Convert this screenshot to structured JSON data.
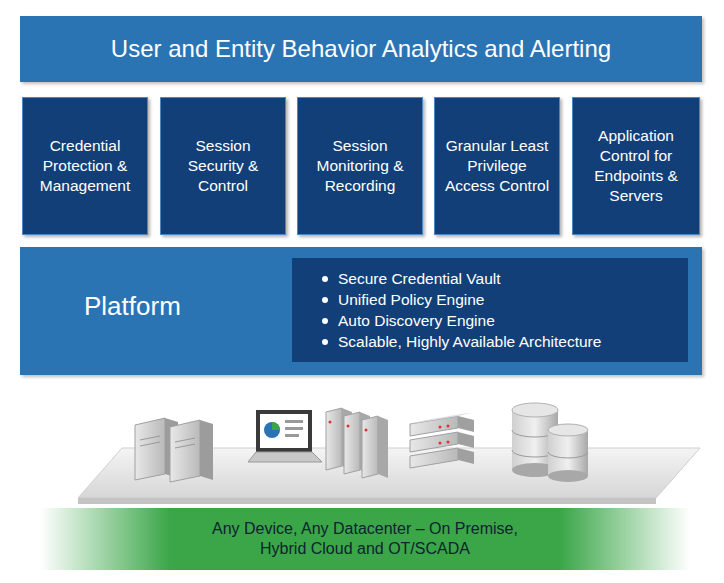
{
  "diagram": {
    "nodes": [
      {
        "text": [
          "User and Entity Behavior Analytics and Alerting"
        ]
      },
      {
        "text": [
          "Credential Protection & Management"
        ]
      },
      {
        "text": [
          "Session Security & Control"
        ]
      },
      {
        "text": [
          "Session Monitoring & Recording"
        ]
      },
      {
        "text": [
          "Granular Least Privilege Access Control"
        ]
      },
      {
        "text": [
          "Application Control for Endpoints & Servers"
        ]
      },
      {
        "text": [
          "Platform"
        ]
      },
      {
        "text": [
          "Secure Credential Vault",
          "Unified Policy Engine",
          "Auto Discovery Engine",
          "Scalable, Highly Available Architecture"
        ],
        "in": 6
      },
      {
        "text": [
          "Any Device, Any Datacenter – On Premise, Hybrid Cloud and OT/SCADA"
        ]
      }
    ]
  }
}
